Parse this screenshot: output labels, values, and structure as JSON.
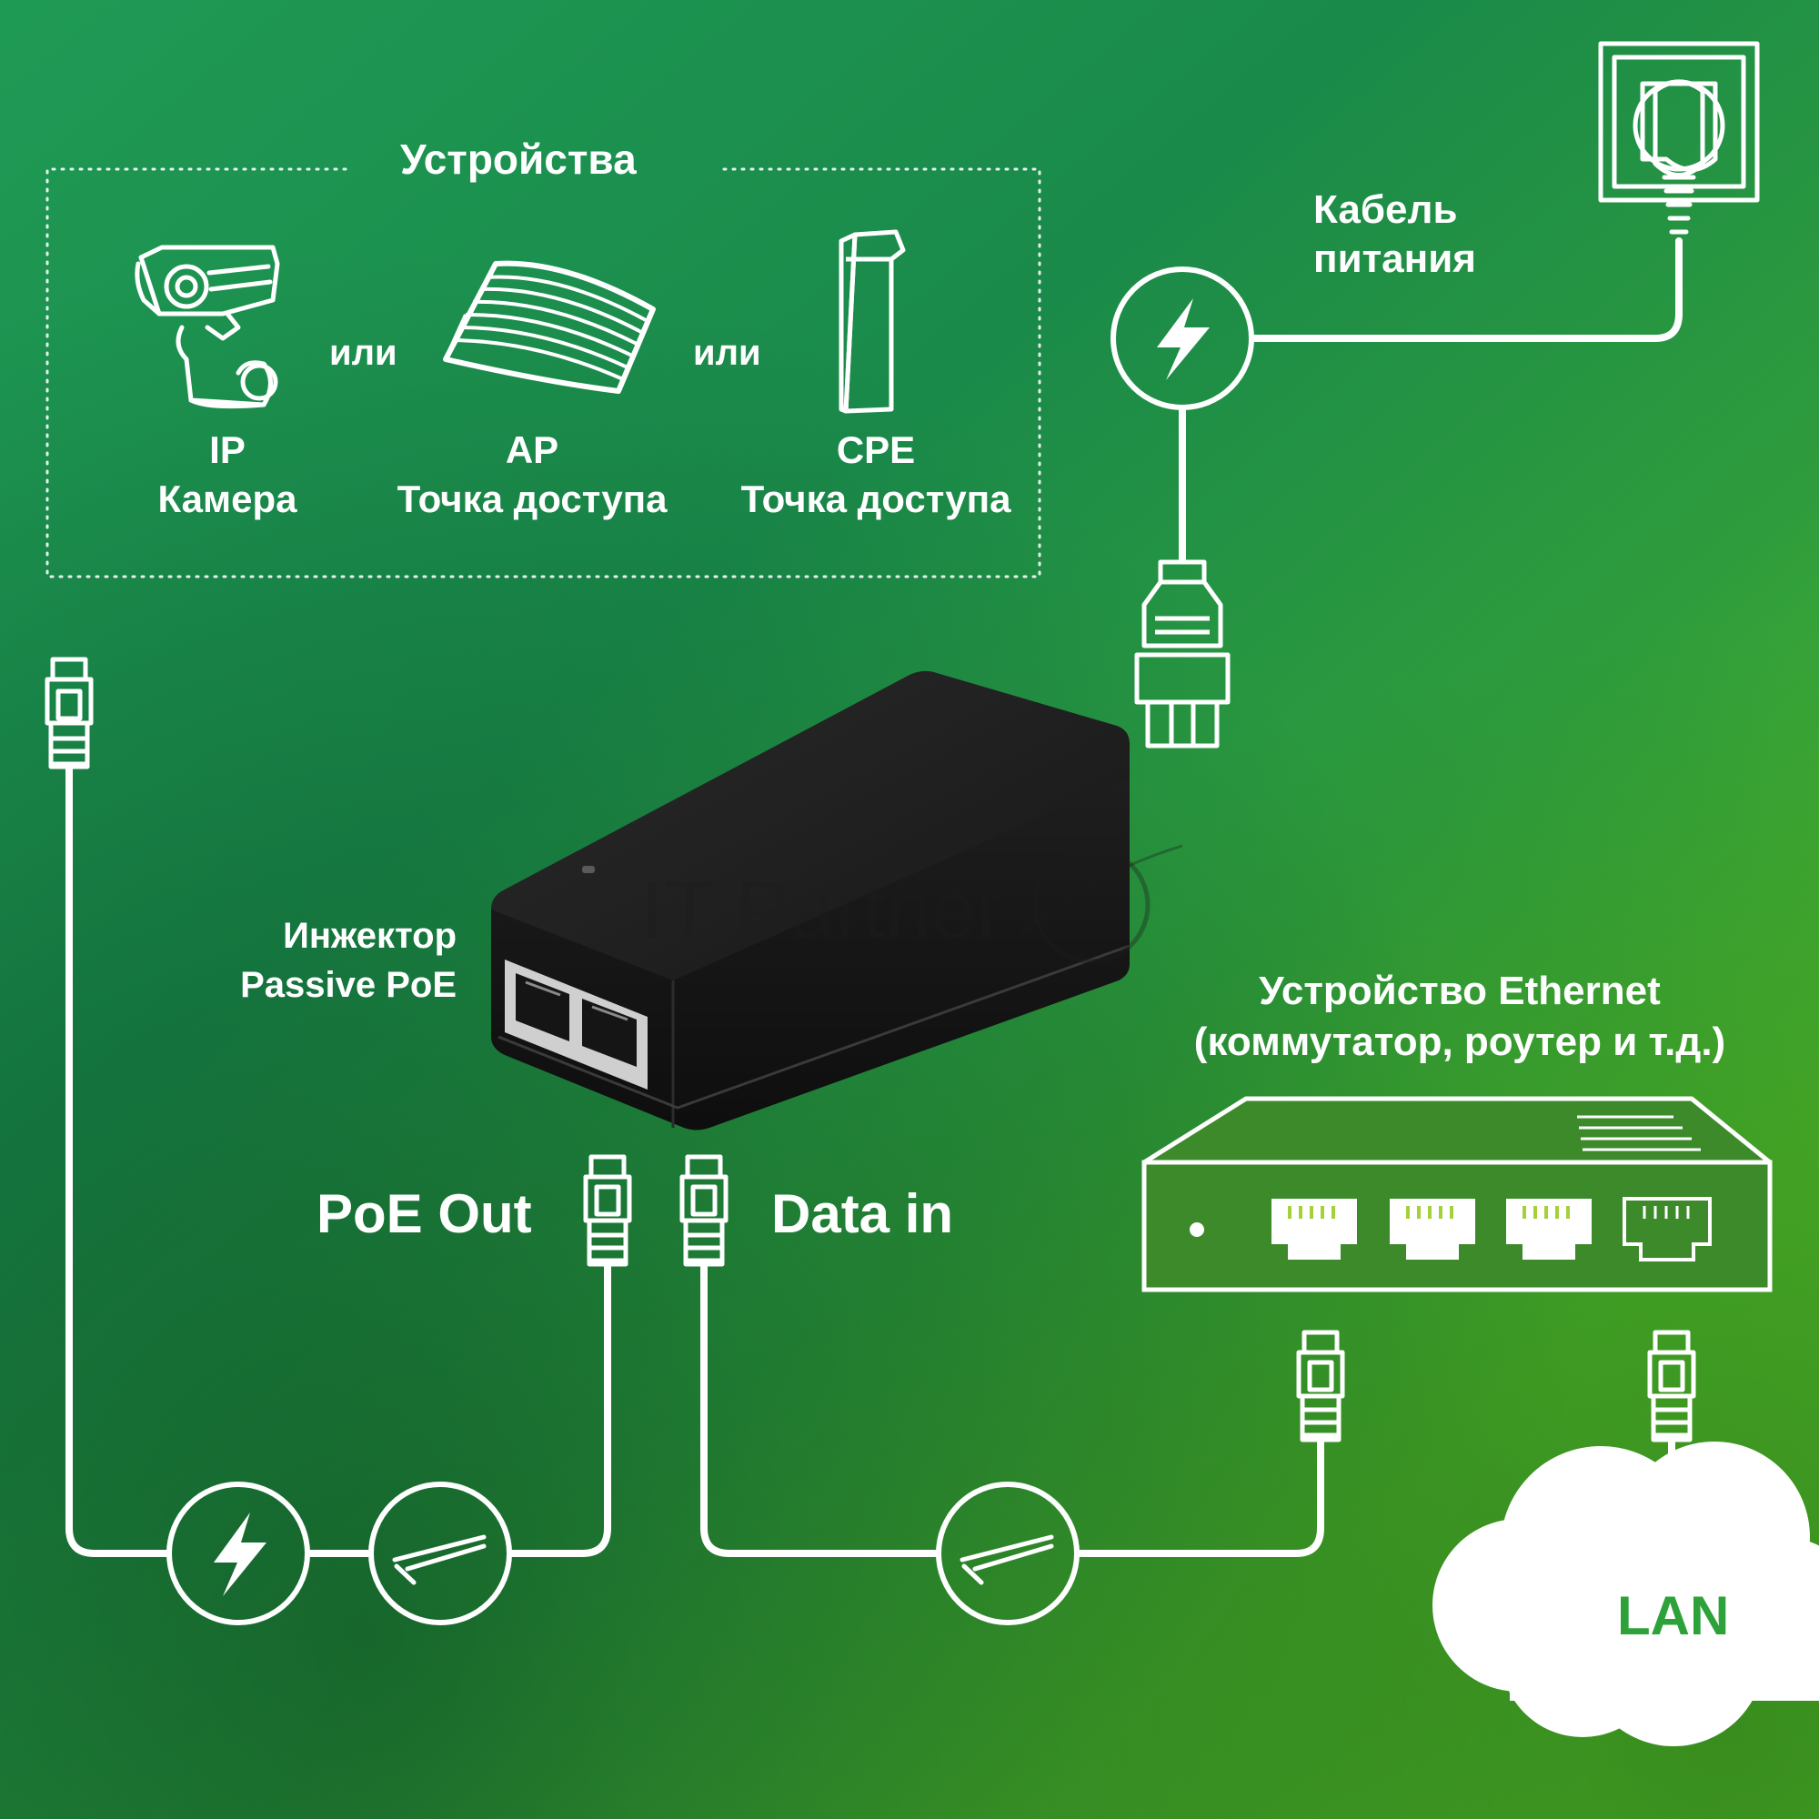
{
  "devices_box": {
    "title": "Устройства",
    "separator": "или",
    "items": [
      {
        "line1": "IP",
        "line2": "Камера",
        "icon": "ip-camera-icon"
      },
      {
        "line1": "AP",
        "line2": "Точка доступа",
        "icon": "access-point-icon"
      },
      {
        "line1": "CPE",
        "line2": "Точка доступа",
        "icon": "cpe-icon"
      }
    ]
  },
  "power_cable": {
    "line1": "Кабель",
    "line2": "питания",
    "icon": "power-socket-icon"
  },
  "injector": {
    "line1": "Инжектор",
    "line2": "Passive PoE"
  },
  "ports": {
    "poe_out": "PoE Out",
    "data_in": "Data in"
  },
  "ethernet_device": {
    "line1": "Устройство Ethernet",
    "line2": "(коммутатор, роутер и т.д.)"
  },
  "lan": "LAN",
  "watermark": "IT Partner",
  "colors": {
    "line": "#ffffff",
    "lan_text": "#2ea23a",
    "injector": "#1c1c1c",
    "switch_fill": "#3d8a2a"
  }
}
